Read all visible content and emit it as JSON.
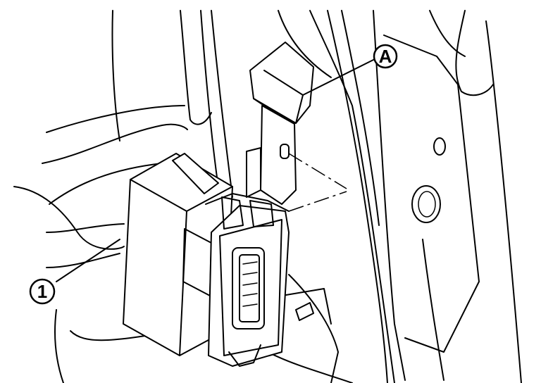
{
  "diagram": {
    "callouts": [
      {
        "id": "A",
        "label": "A"
      },
      {
        "id": "1",
        "label": "1"
      }
    ]
  }
}
